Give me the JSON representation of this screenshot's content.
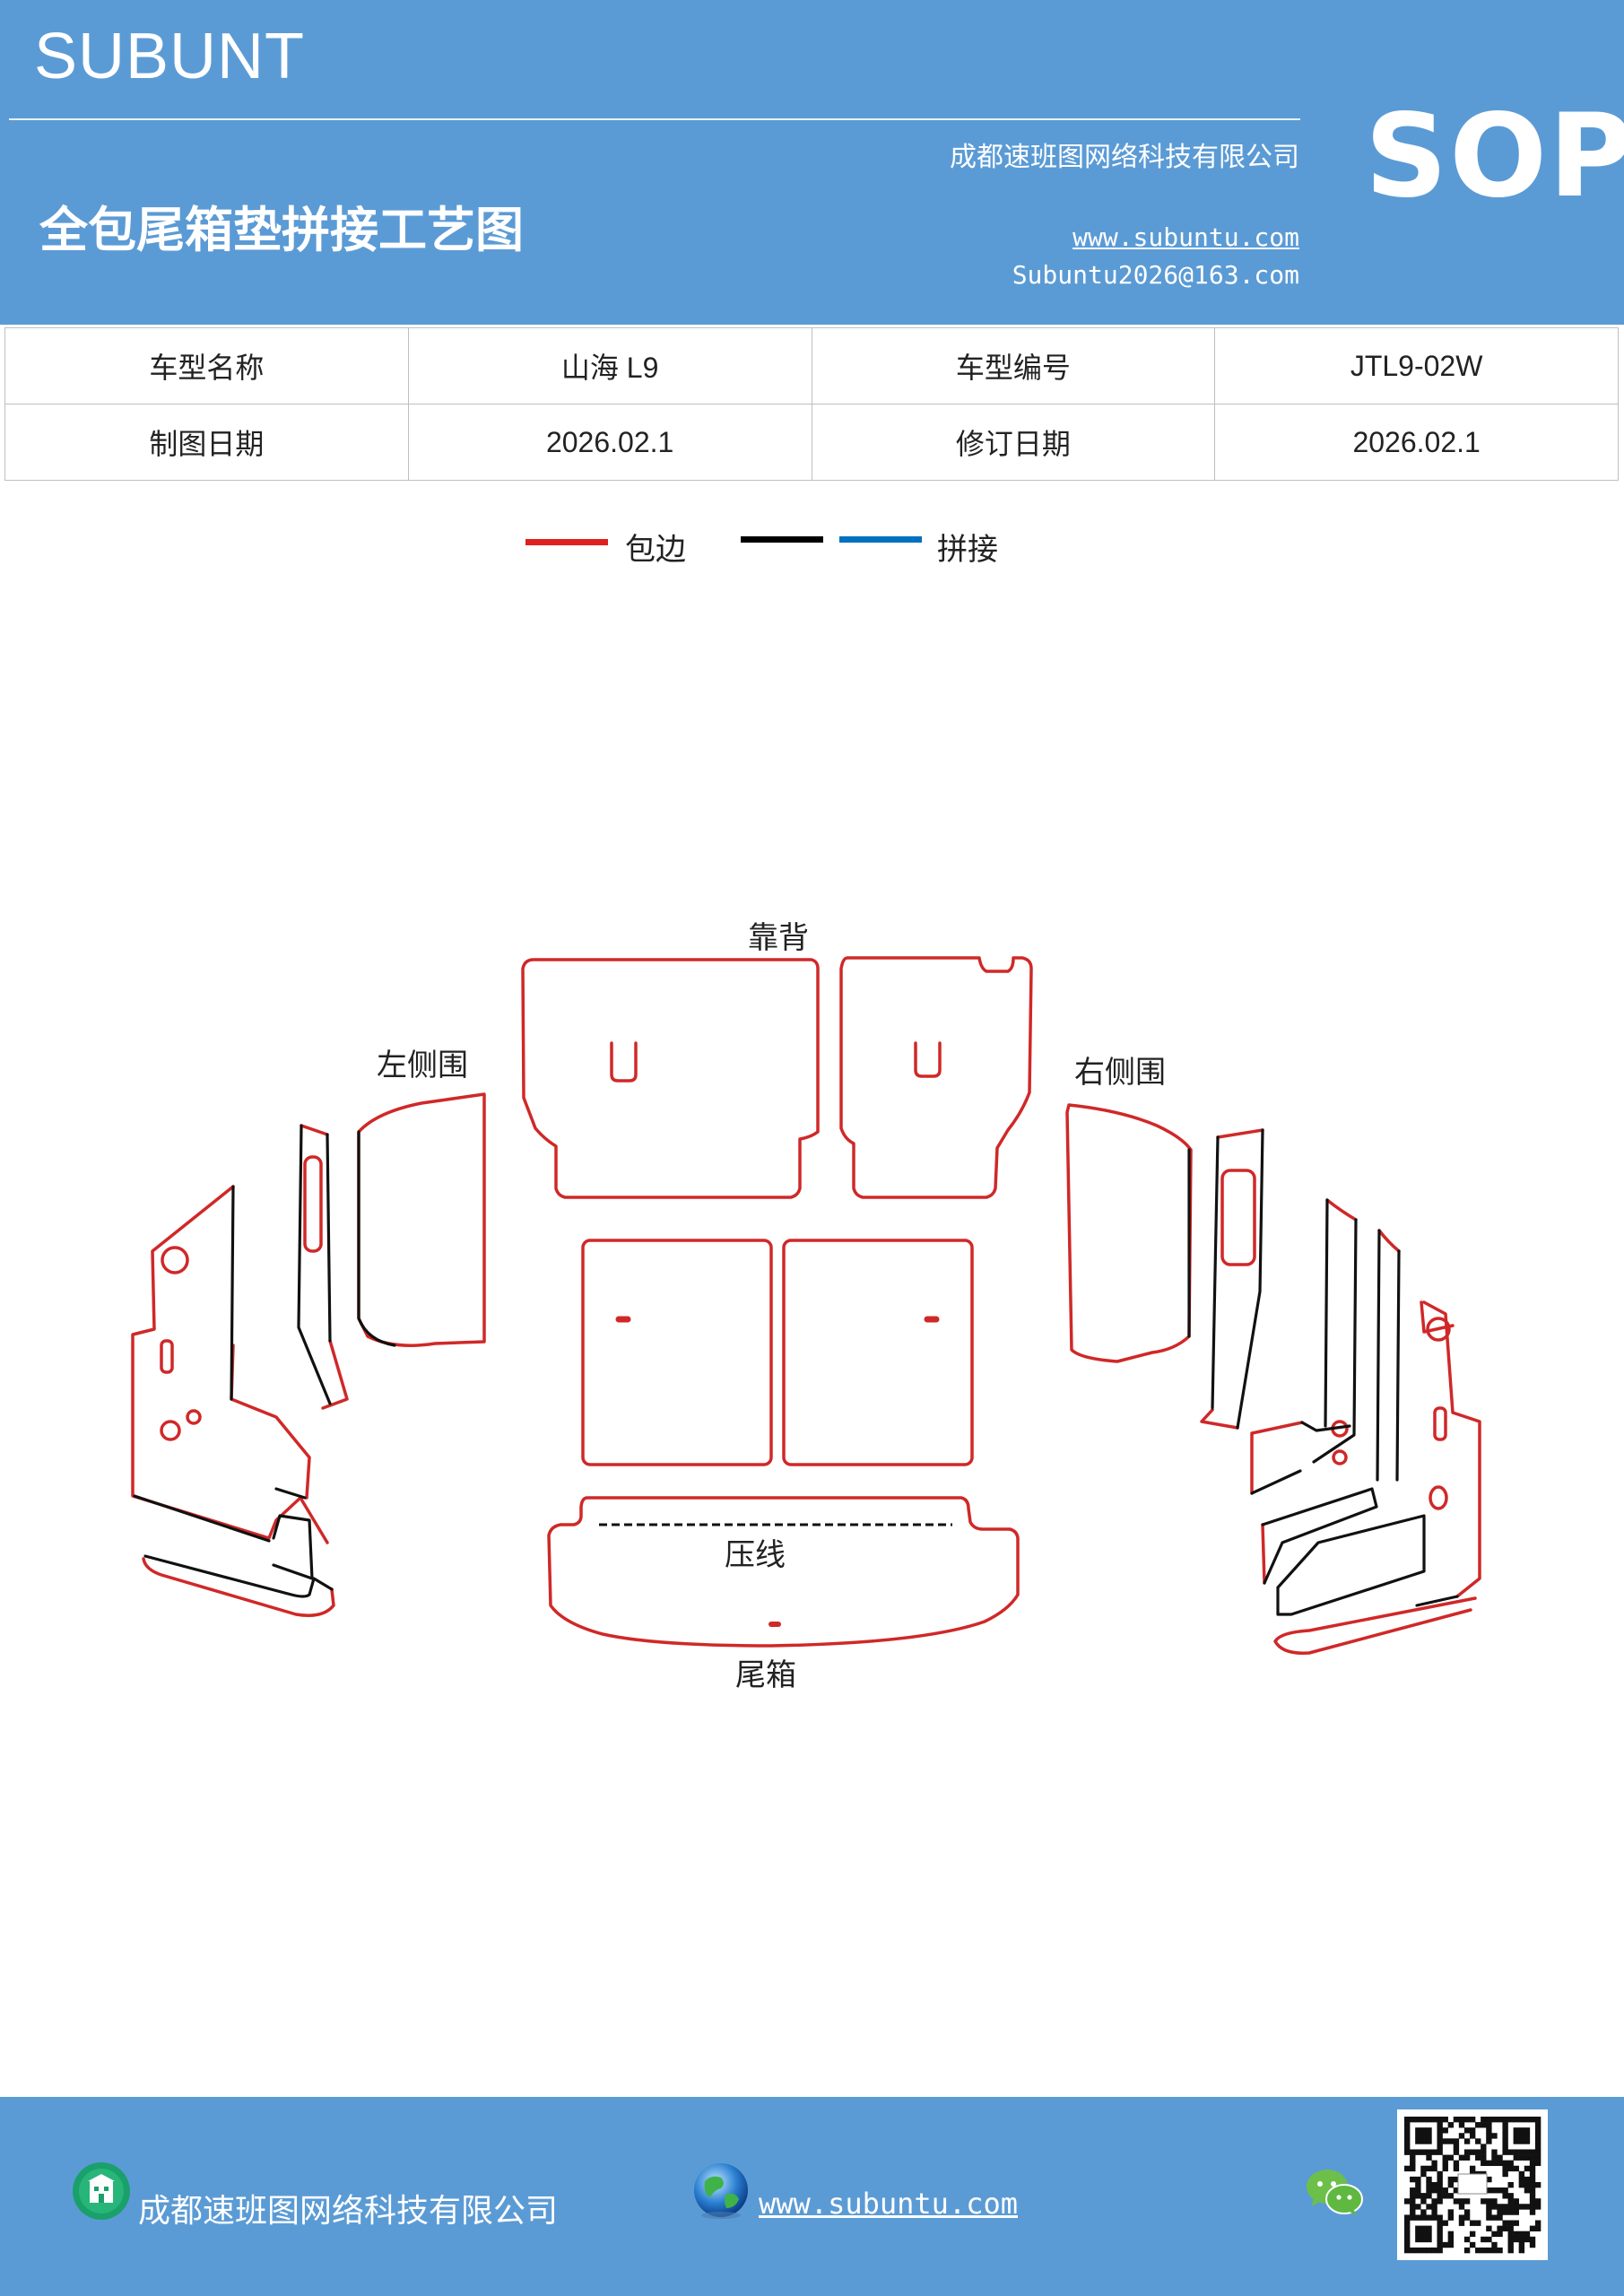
{
  "header": {
    "brand": "SUBUNT",
    "title": "全包尾箱垫拼接工艺图",
    "company": "成都速班图网络科技有限公司",
    "website": "www.subuntu.com",
    "email": "Subuntu2026@163.com",
    "badge": "SOP"
  },
  "info_table": {
    "rows": [
      [
        {
          "label": "车型名称"
        },
        {
          "value": "山海 L9"
        },
        {
          "label": "车型编号"
        },
        {
          "value": "JTL9-02W"
        }
      ],
      [
        {
          "label": "制图日期"
        },
        {
          "value": "2026.02.1"
        },
        {
          "label": "修订日期"
        },
        {
          "value": "2026.02.1"
        }
      ]
    ]
  },
  "legend": {
    "hemming_label": "包边",
    "splice_label": "拼接",
    "hemming_color": "#e0201c",
    "splice_colors": [
      "#000000",
      "#0070c0"
    ]
  },
  "diagram": {
    "labels": {
      "backrest": "靠背",
      "left_side": "左侧围",
      "right_side": "右侧围",
      "crease": "压线",
      "trunk": "尾箱"
    },
    "colors": {
      "edge": "#d02828",
      "black_edge": "#111111"
    }
  },
  "footer": {
    "company": "成都速班图网络科技有限公司",
    "website": "www.subuntu.com"
  },
  "icons": [
    "building-icon",
    "globe-icon",
    "wechat-icon",
    "qr-code"
  ]
}
